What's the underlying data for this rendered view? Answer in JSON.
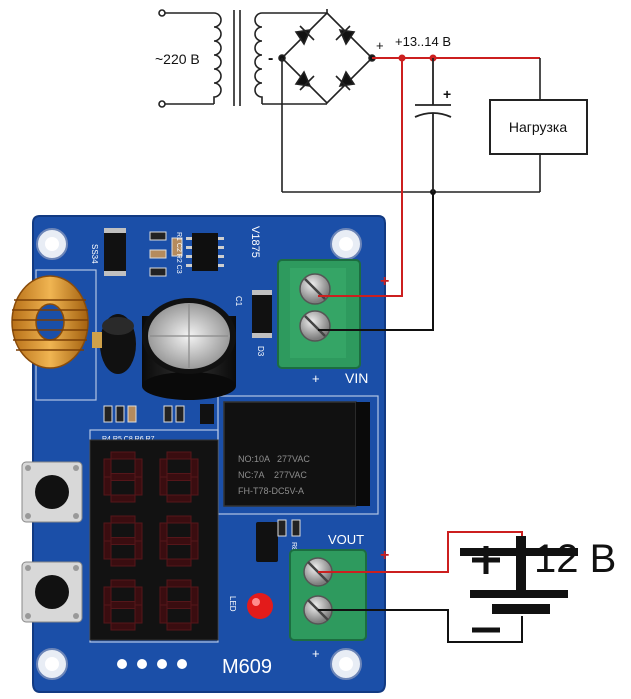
{
  "schematic": {
    "ac_input_label": "~220 В",
    "dc_voltage_label": "+13..14 В",
    "load_label": "Нагрузка",
    "capacitor_plus": "+",
    "rectifier_plus": "+",
    "rectifier_minus": "-"
  },
  "board": {
    "model_marking": "M609",
    "relay_line1": "NO:10A   277VAC",
    "relay_line2": "NC:7A    277VAC",
    "relay_line3": "FH-T78-DC5V-A",
    "vin_label": "VIN",
    "vout_label": "VOUT",
    "vin_plus": "+",
    "vout_plus": "+",
    "led_label": "LED",
    "chip_label": "V1875",
    "diode_label": "SS34",
    "d3_label": "D3",
    "c1_label": "C1",
    "r8_label": "R8",
    "resistor_row_labels": "R4 R5 C8  R6 R7",
    "upper_labels": "R1 C2 R2 C3"
  },
  "battery": {
    "voltage_label": "12 В",
    "plus_sign": "+",
    "minus_sign": "−",
    "wire_plus_mark": "+"
  },
  "wires": {
    "vin_plus_mark": "+"
  },
  "colors": {
    "wire_red": "#cc1f1f",
    "wire_black": "#111111",
    "pcb_blue": "#1b4fa8",
    "terminal_green": "#2e9a5e"
  }
}
